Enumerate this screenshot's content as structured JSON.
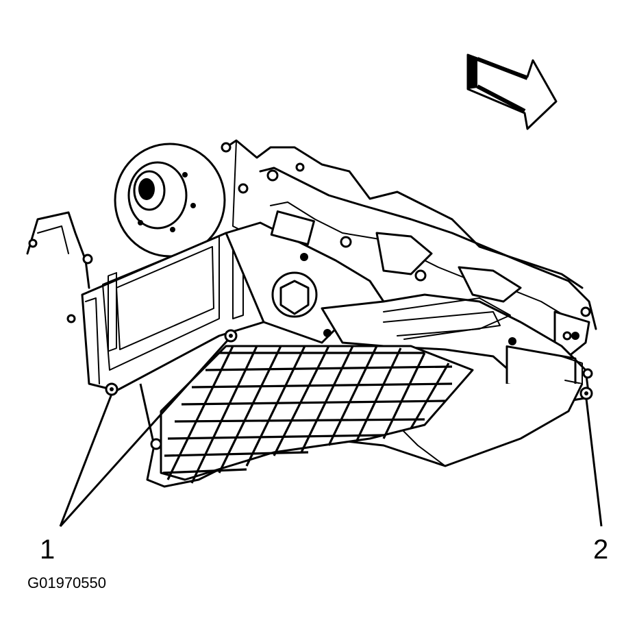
{
  "callouts": [
    {
      "label": "1"
    },
    {
      "label": "2"
    }
  ],
  "figure_id": "G01970550",
  "direction_arrow": {
    "icon": "forward-arrow-icon"
  }
}
